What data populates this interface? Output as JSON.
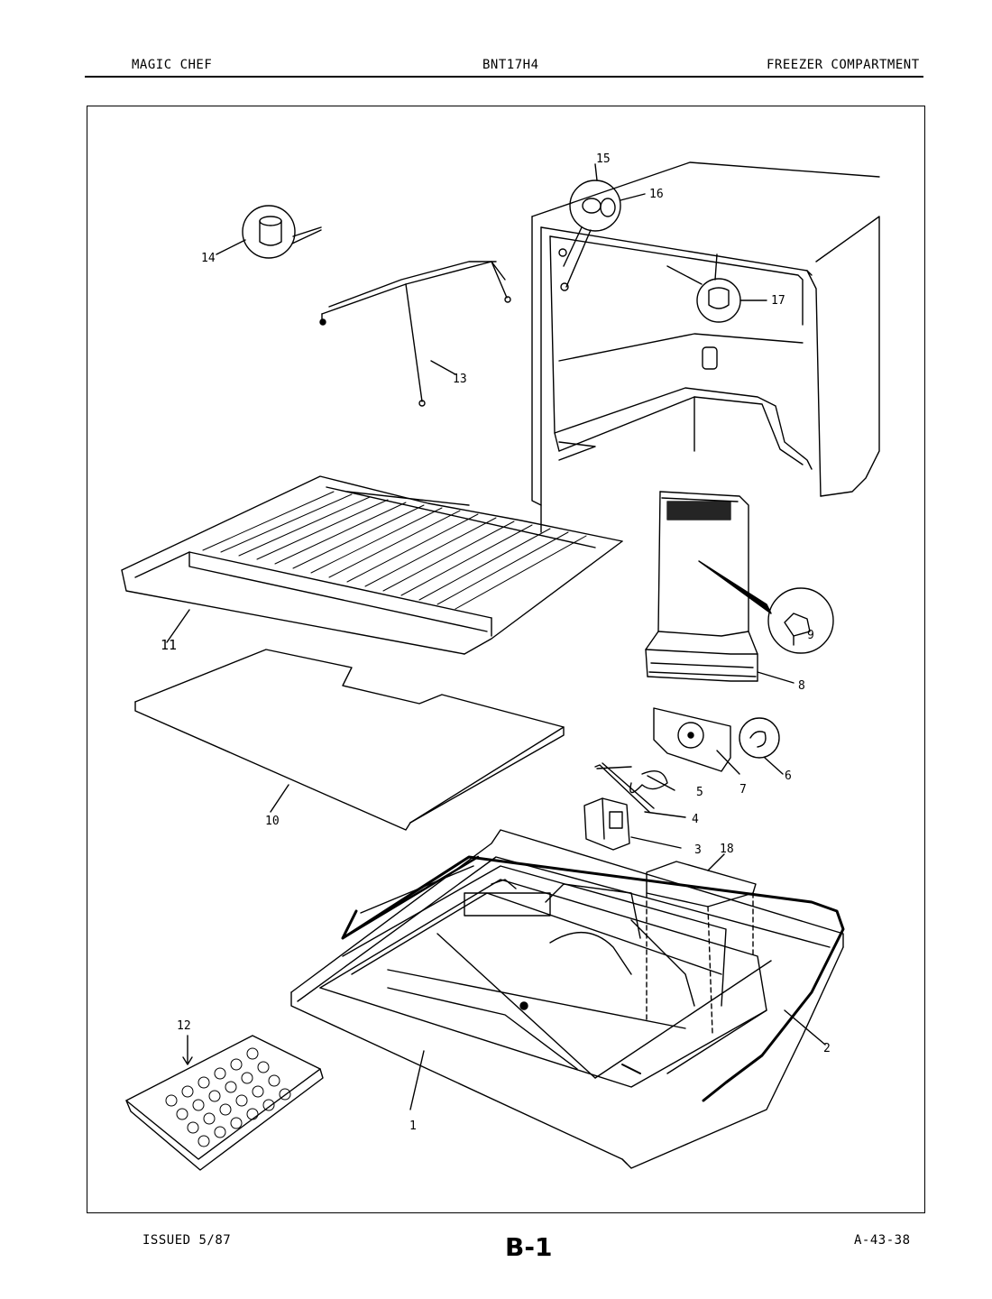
{
  "header": {
    "brand": "MAGIC CHEF",
    "model": "BNT17H4",
    "section": "FREEZER COMPARTMENT"
  },
  "footer": {
    "issued": "ISSUED 5/87",
    "page_code": "B-1",
    "doc_number": "A-43-38"
  },
  "callouts": {
    "c1": "1",
    "c2": "2",
    "c3": "3",
    "c4": "4",
    "c5": "5",
    "c6": "6",
    "c7": "7",
    "c8": "8",
    "c9": "9",
    "c10": "10",
    "c11": "11",
    "c12": "12",
    "c13": "13",
    "c14": "14",
    "c15": "15",
    "c16": "16",
    "c17": "17",
    "c18": "18"
  }
}
